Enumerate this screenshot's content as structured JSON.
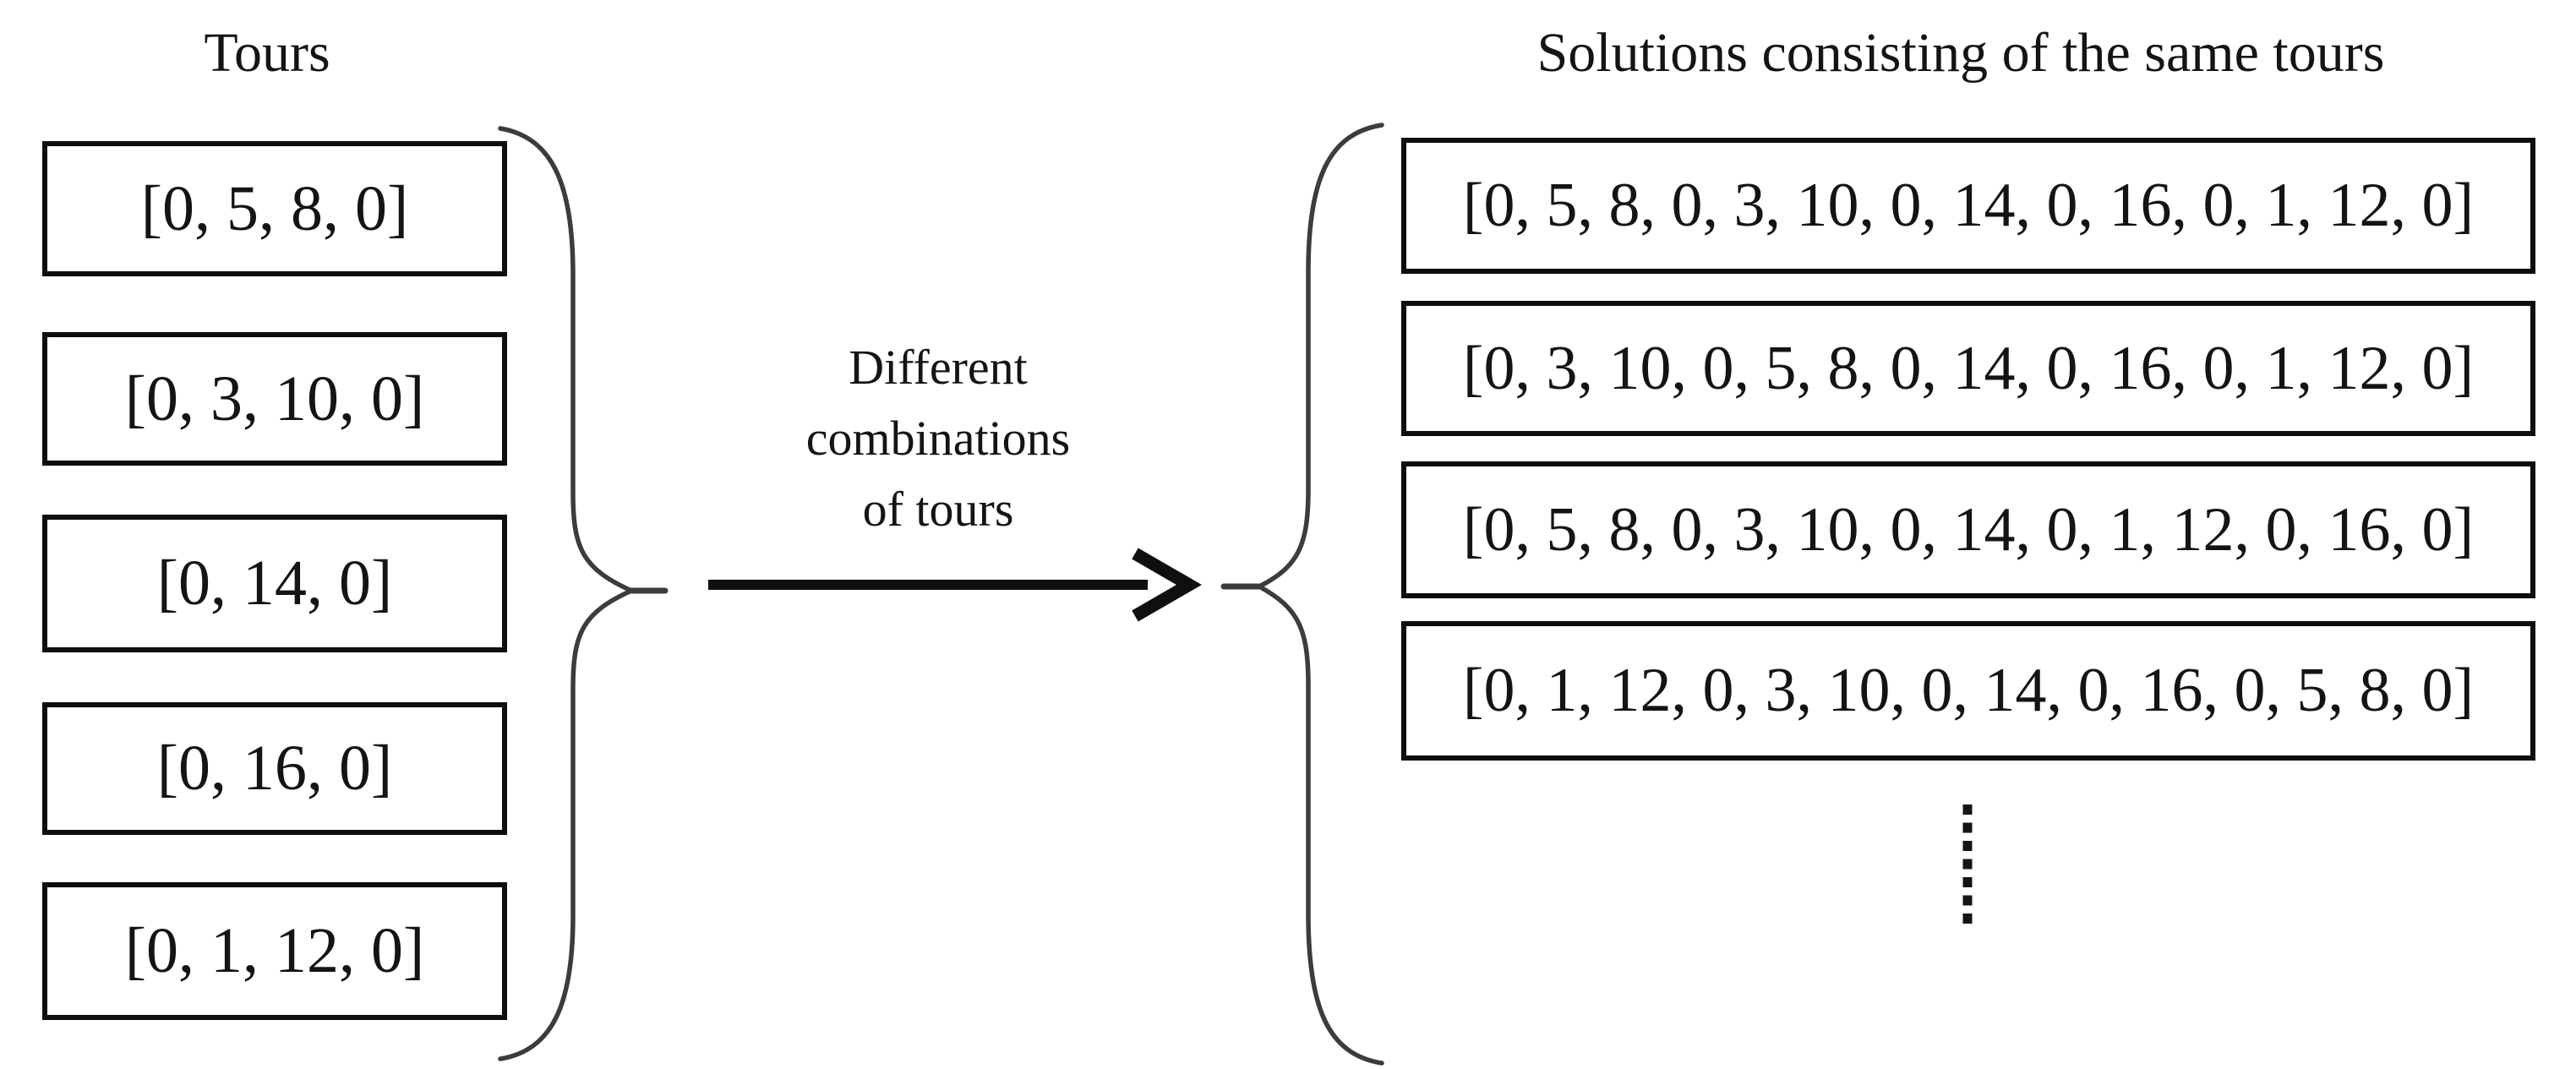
{
  "figure": {
    "background_color": "#ffffff",
    "ink_color": "#141414"
  },
  "left_panel": {
    "title": "Tours",
    "tours": [
      "[0, 5, 8, 0]",
      "[0, 3, 10, 0]",
      "[0, 14, 0]",
      "[0, 16, 0]",
      "[0, 1, 12, 0]"
    ]
  },
  "arrow_label": {
    "lines": [
      "Different",
      "combinations",
      "of tours"
    ]
  },
  "right_panel": {
    "title": "Solutions consisting of the same tours",
    "solutions": [
      "[0, 5, 8, 0, 3, 10, 0, 14, 0, 16, 0, 1, 12, 0]",
      "[0, 3, 10, 0, 5, 8, 0, 14, 0, 16, 0, 1, 12, 0]",
      "[0, 5, 8, 0, 3, 10, 0, 14, 0, 1, 12, 0, 16, 0]",
      "[0, 1, 12, 0, 3, 10, 0, 14, 0, 16, 0, 5, 8, 0]"
    ],
    "more_indicator": "vertical-dashed-ellipsis"
  }
}
